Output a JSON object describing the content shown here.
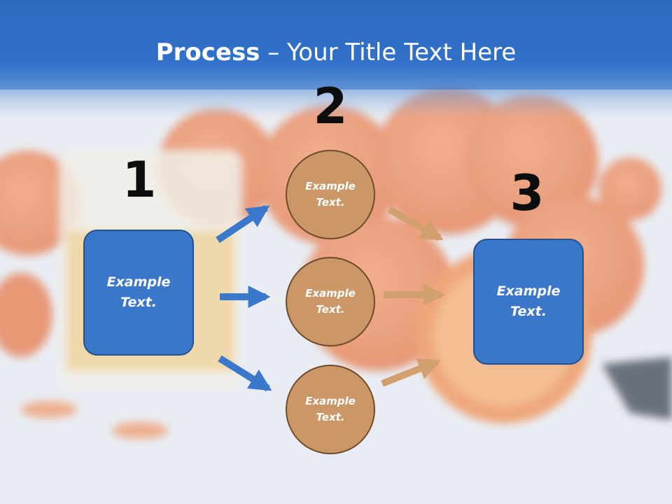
{
  "title": {
    "bold": "Process",
    "rest": " – Your Title Text Here"
  },
  "steps": [
    {
      "number": "1",
      "text": "Example Text."
    },
    {
      "number": "2",
      "items": [
        "Example Text.",
        "Example Text.",
        "Example Text."
      ]
    },
    {
      "number": "3",
      "text": "Example Text."
    }
  ],
  "colors": {
    "header": "#2f6fc4",
    "box": "#3a77c9",
    "circle": "#cc9766",
    "blue_arrow": "#3b78cc",
    "tan_arrow": "#d2a06e"
  }
}
